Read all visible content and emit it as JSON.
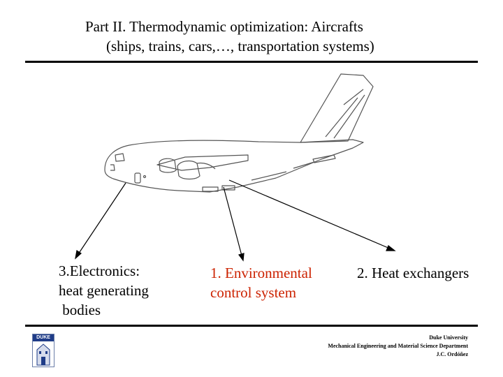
{
  "title": {
    "line1": "Part II. Thermodynamic optimization: Aircrafts",
    "line2": "(ships, trains, cars,…, transportation systems)"
  },
  "labels": {
    "electronics": [
      "3.Electronics:",
      "heat generating",
      " bodies"
    ],
    "ecs": [
      "1. Environmental",
      "control system"
    ],
    "heat_exchangers": "2. Heat exchangers"
  },
  "footer": {
    "line1": "Duke University",
    "line2": "Mechanical Engineering and Material Science Department",
    "line3": "J.C. Ordóñez"
  },
  "logo": {
    "text": "DUKE"
  },
  "colors": {
    "highlight": "#cc2200",
    "rule": "#000000",
    "logo": "#1f3c88"
  }
}
